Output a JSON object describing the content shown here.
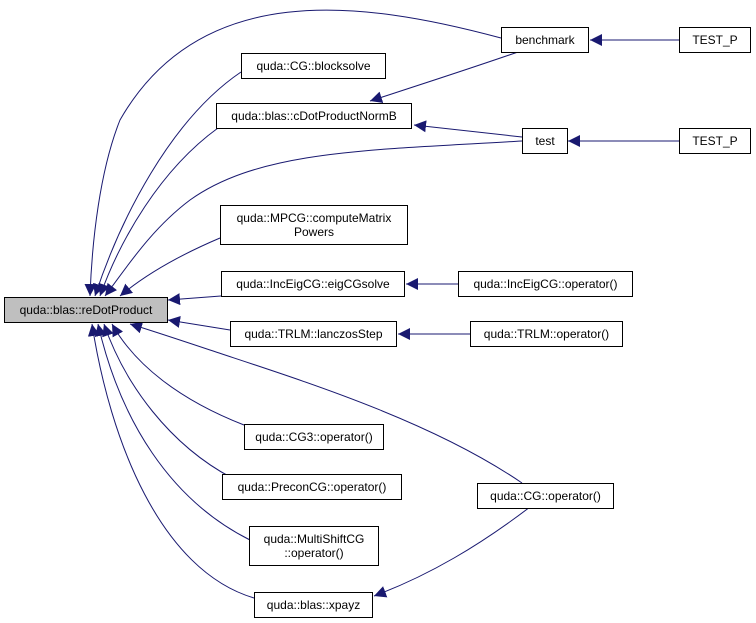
{
  "colors": {
    "edge": "#191970",
    "root_fill": "#bfbfbf",
    "node_fill": "#ffffff",
    "border": "#000000"
  },
  "nodes": {
    "root": "quda::blas::reDotProduct",
    "blocksolve": "quda::CG::blocksolve",
    "cdot": "quda::blas::cDotProductNormB",
    "benchmark": "benchmark",
    "test": "test",
    "testp1": "TEST_P",
    "testp2": "TEST_P",
    "mpcg": "quda::MPCG::computeMatrix\nPowers",
    "inceig": "quda::IncEigCG::eigCGsolve",
    "inceigop": "quda::IncEigCG::operator()",
    "trlm": "quda::TRLM::lanczosStep",
    "trlmop": "quda::TRLM::operator()",
    "cg3": "quda::CG3::operator()",
    "precon": "quda::PreconCG::operator()",
    "multishift": "quda::MultiShiftCG\n::operator()",
    "cgop": "quda::CG::operator()",
    "xpayz": "quda::blas::xpayz"
  }
}
